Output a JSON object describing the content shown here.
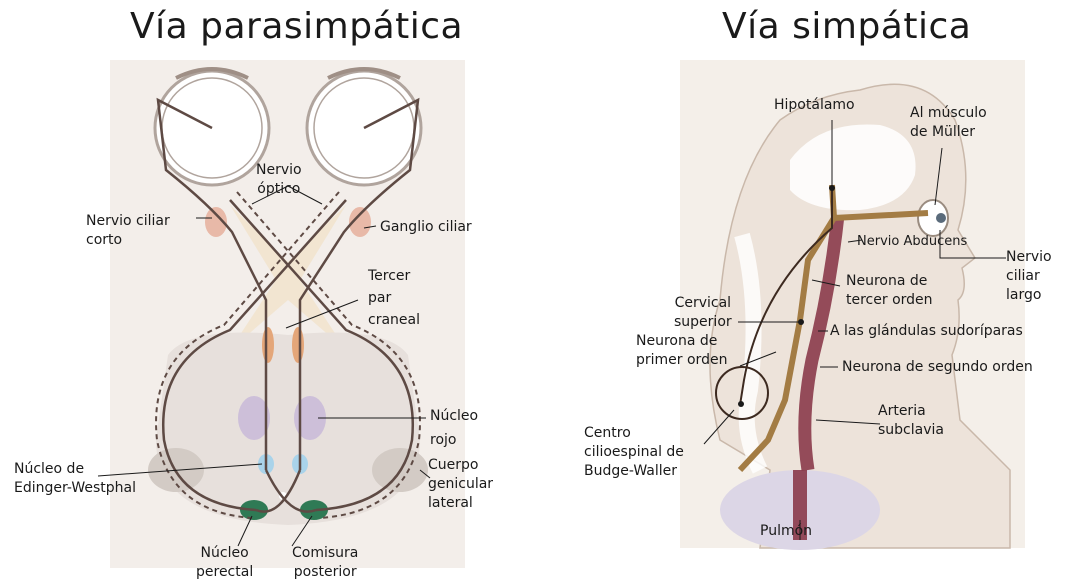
{
  "titles": {
    "left": "Vía parasimpática",
    "right": "Vía simpática"
  },
  "parasympathetic_labels": {
    "optic_nerve_1": "Nervio",
    "optic_nerve_2": "óptico",
    "short_ciliary_1": "Nervio ciliar",
    "short_ciliary_2": "corto",
    "ciliary_ganglion": "Ganglio ciliar",
    "third_nerve_1": "Tercer",
    "third_nerve_2": "par",
    "third_nerve_3": "craneal",
    "red_nucleus_1": "Núcleo",
    "red_nucleus_2": "rojo",
    "ew_nucleus_1": "Núcleo de",
    "ew_nucleus_2": "Edinger-Westphal",
    "lgn_1": "Cuerpo",
    "lgn_2": "genicular",
    "lgn_3": "lateral",
    "pretectal_1": "Núcleo",
    "pretectal_2": "perectal",
    "commissure_1": "Comisura",
    "commissure_2": "posterior"
  },
  "sympathetic_labels": {
    "hypothalamus": "Hipotálamo",
    "muller_1": "Al músculo",
    "muller_2": "de Müller",
    "abducens": "Nervio Abducens",
    "long_ciliary_1": "Nervio",
    "long_ciliary_2": "ciliar",
    "long_ciliary_3": "largo",
    "third_order_1": "Neurona de",
    "third_order_2": "tercer orden",
    "superior_cervical_1": "Cervical",
    "superior_cervical_2": "superior",
    "sweat_glands": "A las glándulas sudoríparas",
    "first_order_1": "Neurona de",
    "first_order_2": "primer orden",
    "second_order": "Neurona de segundo orden",
    "ciliospinal_1": "Centro",
    "ciliospinal_2": "cilioespinal de",
    "ciliospinal_3": "Budge-Waller",
    "subclavian_1": "Arteria",
    "subclavian_2": "subclavia",
    "lung": "Pulmón"
  }
}
